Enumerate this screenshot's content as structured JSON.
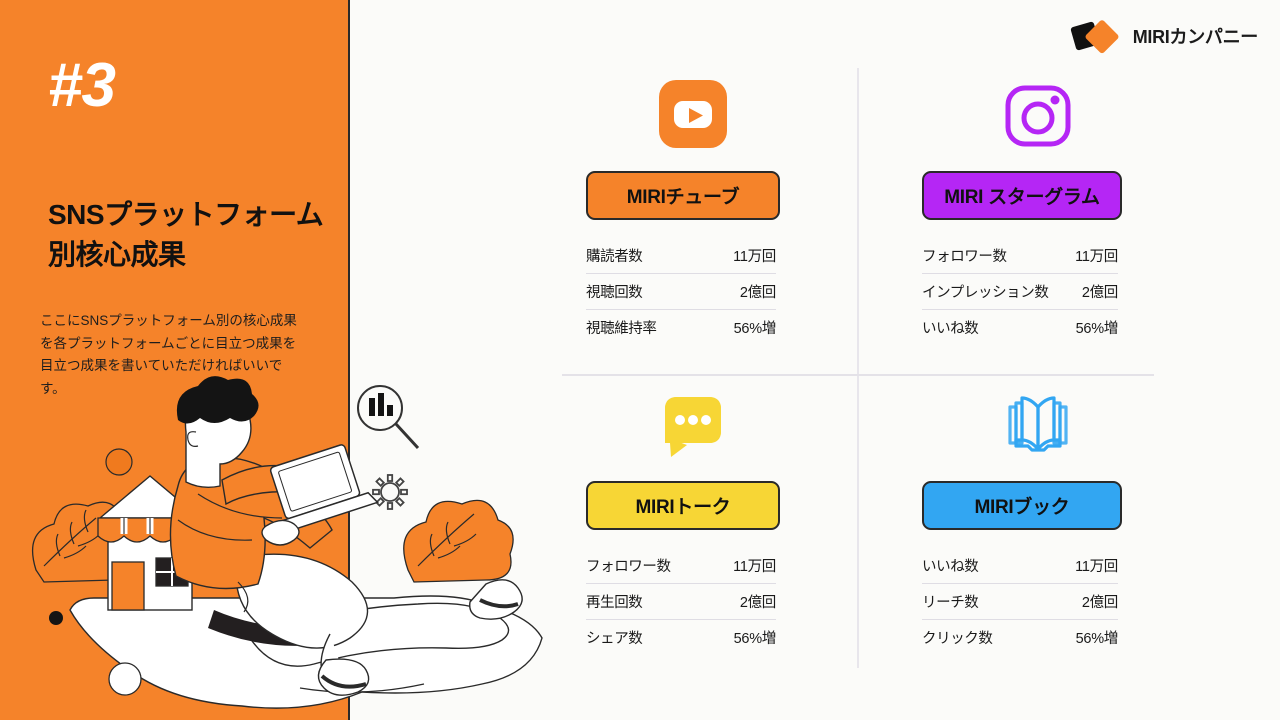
{
  "slide": {
    "number": "#3",
    "title": "SNSプラットフォーム別核心成果",
    "body": "ここにSNSプラットフォーム別の核心成果を各プラットフォームごとに目立つ成果を目立つ成果を書いていただければいいです。"
  },
  "logo": {
    "text": "MIRIカンパニー",
    "mark_dark": "#111111",
    "mark_orange": "#F5832A"
  },
  "colors": {
    "panel_orange": "#F5832A",
    "background": "#FAF9FC",
    "youtube": "#F5832A",
    "instagram": "#B526F5",
    "talk": "#F7D635",
    "book": "#32A6F2"
  },
  "platforms": [
    {
      "id": "miri-tube",
      "icon": "youtube-icon",
      "label": "MIRIチューブ",
      "color": "#F5832A",
      "stats": [
        {
          "label": "購読者数",
          "value": "11万回"
        },
        {
          "label": "視聴回数",
          "value": "2億回"
        },
        {
          "label": "視聴維持率",
          "value": "56%増"
        }
      ]
    },
    {
      "id": "miri-stargram",
      "icon": "instagram-icon",
      "label": "MIRI スターグラム",
      "color": "#B526F5",
      "stats": [
        {
          "label": "フォロワー数",
          "value": "11万回"
        },
        {
          "label": "インプレッション数",
          "value": "2億回"
        },
        {
          "label": "いいね数",
          "value": "56%増"
        }
      ]
    },
    {
      "id": "miri-talk",
      "icon": "chat-bubble-icon",
      "label": "MIRIトーク",
      "color": "#F7D635",
      "stats": [
        {
          "label": "フォロワー数",
          "value": "11万回"
        },
        {
          "label": "再生回数",
          "value": "2億回"
        },
        {
          "label": "シェア数",
          "value": "56%増"
        }
      ]
    },
    {
      "id": "miri-book",
      "icon": "open-book-icon",
      "label": "MIRIブック",
      "color": "#32A6F2",
      "stats": [
        {
          "label": "いいね数",
          "value": "11万回"
        },
        {
          "label": "リーチ数",
          "value": "2億回"
        },
        {
          "label": "クリック数",
          "value": "56%増"
        }
      ]
    }
  ]
}
